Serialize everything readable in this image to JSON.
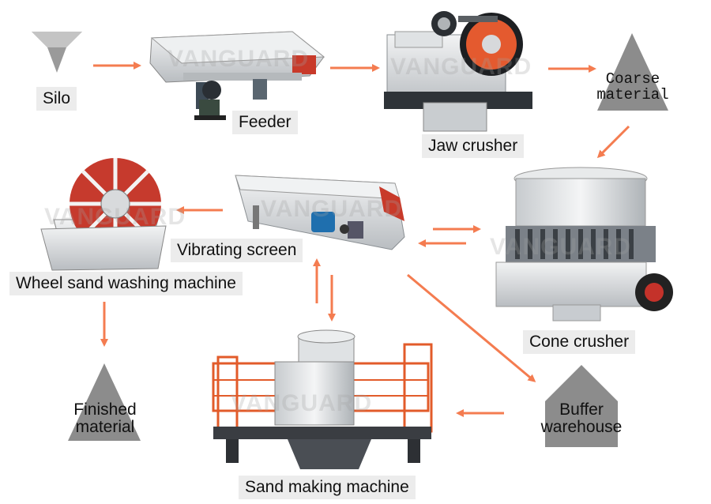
{
  "brand": "VANGUARD",
  "colors": {
    "arrow": "#f47c50",
    "label_bg": "#ececec",
    "triangle": "#8c8c8c",
    "machine_body": "#d9dcde",
    "machine_accent": "#e64a2e",
    "motor": "#1f6fae"
  },
  "nodes": {
    "silo": "Silo",
    "feeder": "Feeder",
    "jaw_crusher": "Jaw crusher",
    "coarse_material": [
      "Coarse",
      "material"
    ],
    "cone_crusher": "Cone crusher",
    "vibrating_screen": "Vibrating screen",
    "wheel_sand_washing": "Wheel sand washing machine",
    "finished_material": [
      "Finished",
      "material"
    ],
    "buffer_warehouse": [
      "Buffer",
      "warehouse"
    ],
    "sand_making_machine": "Sand making machine"
  }
}
